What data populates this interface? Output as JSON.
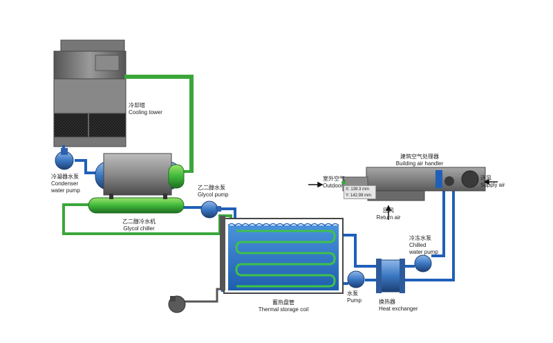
{
  "components": {
    "cooling_tower": {
      "label_cn": "冷却塔",
      "label_en": "Cooling tower"
    },
    "condenser_pump": {
      "label_cn": "冷凝器水泵",
      "label_en1": "Condenser",
      "label_en2": "water pump"
    },
    "glycol_pump": {
      "label_cn": "乙二醇水泵",
      "label_en": "Glycol pump"
    },
    "glycol_chiller": {
      "label_cn": "乙二醇冷水机",
      "label_en": "Glycol chiller"
    },
    "air_handler": {
      "label_cn": "建筑空气处理器",
      "label_en": "Building air handler"
    },
    "outdoor_air": {
      "label_cn": "室外空气",
      "label_en": "Outdoor"
    },
    "supply_air": {
      "label_cn": "送风",
      "label_en": "Supply air"
    },
    "return_air": {
      "label_cn": "回风",
      "label_en": "Return air"
    },
    "chilled_pump": {
      "label_cn": "冷冻水泵",
      "label_en1": "Chilled",
      "label_en2": "water pump"
    },
    "water_pump": {
      "label_cn": "水泵",
      "label_en": "Pump"
    },
    "heat_exchanger": {
      "label_cn": "换热器",
      "label_en": "Heat exchanger"
    },
    "storage_coil": {
      "label_cn": "蓄热盘管",
      "label_en": "Thermal storage coil"
    }
  },
  "measure_tooltip": {
    "x_text": "X: 139.3 mm",
    "y_text": "Y: 142.99 mm"
  },
  "colors": {
    "pipe_blue": "#1f5fb8",
    "pipe_green": "#3aa63a",
    "water": "#2a78d0",
    "equipment_gray": "#6e6e6e",
    "outline": "#333333"
  }
}
